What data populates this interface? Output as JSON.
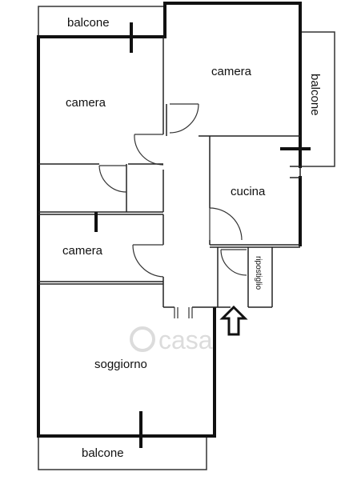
{
  "rooms": {
    "balcone_top": "balcone",
    "camera_top_right": "camera",
    "balcone_right": "balcone",
    "camera_left": "camera",
    "cucina": "cucina",
    "camera_middle": "camera",
    "ripostiglio": "ripostiglio",
    "soggiorno": "soggiorno",
    "balcone_bottom": "balcone"
  },
  "watermark": "casa",
  "entrance_arrow": "arrow-up-icon",
  "colors": {
    "wall": "#111111",
    "thin_line": "#333333",
    "watermark": "#dcdcdc"
  }
}
